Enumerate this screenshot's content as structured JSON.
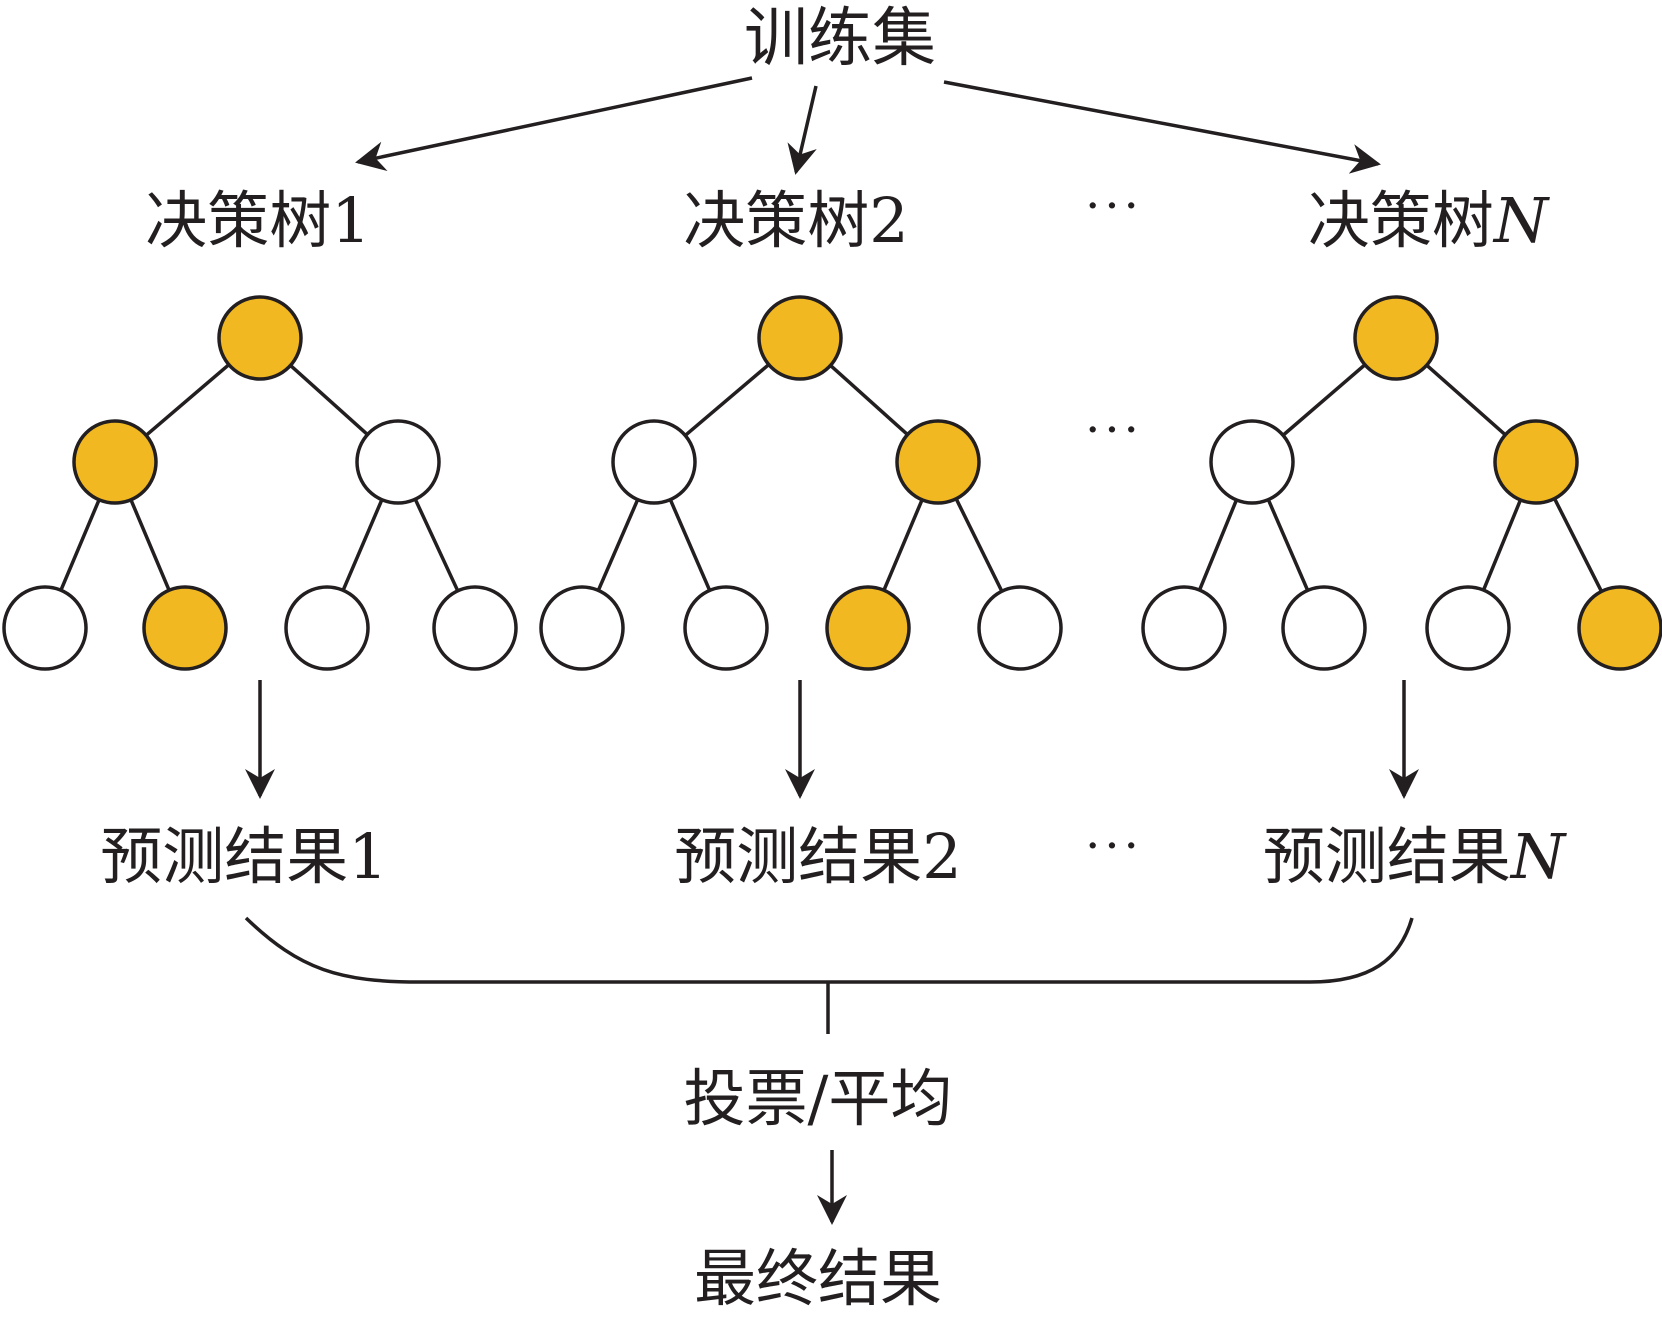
{
  "top": {
    "training_set": "训练集"
  },
  "trees": [
    {
      "label_prefix": "决策树",
      "label_suffix": "1",
      "prediction_prefix": "预测结果",
      "prediction_suffix": "1",
      "node_filled": [
        true,
        true,
        false,
        false,
        true,
        false,
        false
      ]
    },
    {
      "label_prefix": "决策树",
      "label_suffix": "2",
      "prediction_prefix": "预测结果",
      "prediction_suffix": "2",
      "node_filled": [
        true,
        false,
        true,
        false,
        false,
        true,
        false
      ]
    },
    {
      "label_prefix": "决策树",
      "label_suffix": "N",
      "prediction_prefix": "预测结果",
      "prediction_suffix": "N",
      "node_filled": [
        true,
        false,
        true,
        false,
        false,
        false,
        true
      ]
    }
  ],
  "ellipsis": "···",
  "aggregation": {
    "label": "投票/平均"
  },
  "final": {
    "label": "最终结果"
  },
  "colors": {
    "node_filled": "#f1b821",
    "node_empty": "#ffffff",
    "stroke": "#231f20"
  }
}
